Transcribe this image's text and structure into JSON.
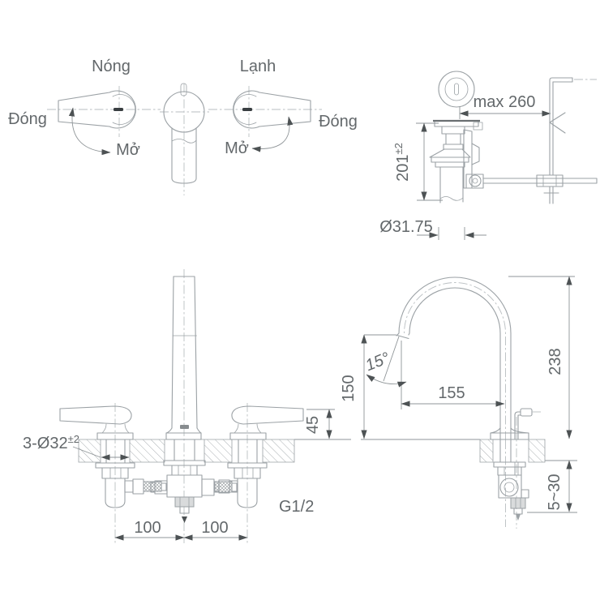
{
  "colors": {
    "background": "#ffffff",
    "line": "#9ba1a5",
    "dimension_line": "#8f9598",
    "text": "#63686b",
    "arrow": "#4d5254"
  },
  "handle_diagram": {
    "hot_label": "Nóng",
    "cold_label": "Lạnh",
    "close_left_label": "Đóng",
    "close_right_label": "Đóng",
    "open_left_label": "Mở",
    "open_right_label": "Mở"
  },
  "drain_view": {
    "max_lever_reach": "max 260",
    "height": "201",
    "height_tolerance": "±2",
    "tail_diameter": "Ø31.75"
  },
  "front_view": {
    "mount_holes": "3-Ø32",
    "mount_holes_tolerance": "±2",
    "handle_height": "45",
    "left_spacing": "100",
    "right_spacing": "100",
    "thread_size": "G1/2"
  },
  "side_view": {
    "spout_angle": "15°",
    "spout_height": "150",
    "spout_reach": "155",
    "overall_height": "238",
    "deck_thickness_range": "5~30"
  }
}
